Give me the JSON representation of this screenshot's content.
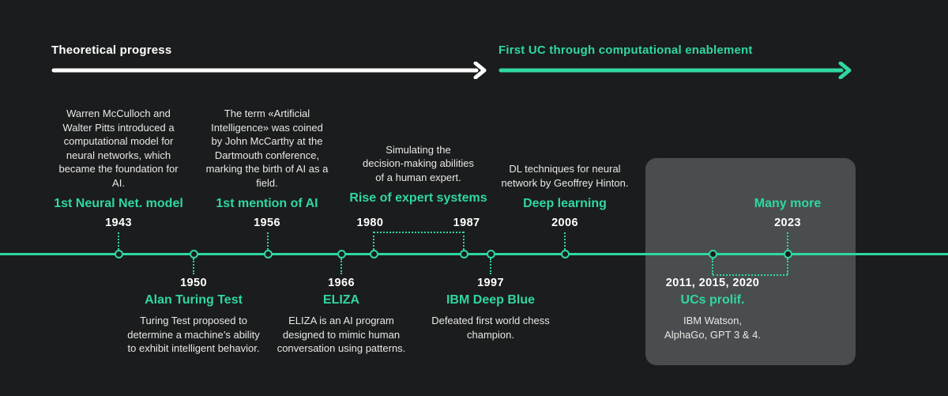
{
  "colors": {
    "background": "#1b1c1d",
    "accent_teal": "#2fd7a3",
    "highlight_box": "#4a4d4f"
  },
  "eras": [
    {
      "label": "Theoretical progress"
    },
    {
      "label": "First UC through computational enablement"
    }
  ],
  "events_above": [
    {
      "year": "1943",
      "title": "1st Neural Net. model",
      "description": "Warren McCulloch and\nWalter Pitts introduced a\ncomputational model for\nneural networks, which\nbecame the foundation for\nAI."
    },
    {
      "year": "1956",
      "title": "1st mention of AI",
      "description": "The term «Artificial\nIntelligence» was coined\nby John McCarthy at the\nDartmouth conference,\nmarking the birth of AI as a\nfield."
    },
    {
      "year_start": "1980",
      "year_end": "1987",
      "title": "Rise of expert systems",
      "description": "Simulating the\ndecision-making abilities\nof a human expert."
    },
    {
      "year": "2006",
      "title": "Deep learning",
      "description": "DL techniques for neural\nnetwork by Geoffrey Hinton."
    },
    {
      "year": "2023",
      "title": "Many more"
    }
  ],
  "events_below": [
    {
      "year": "1950",
      "title": "Alan Turing Test",
      "description": "Turing Test proposed to\ndetermine a machine’s ability\nto exhibit intelligent behavior."
    },
    {
      "year": "1966",
      "title": "ELIZA",
      "description": "ELIZA is an AI program\ndesigned to mimic human\nconversation using patterns."
    },
    {
      "year": "1997",
      "title": "IBM Deep Blue",
      "description": "Defeated first world chess\nchampion."
    },
    {
      "years": "2011, 2015, 2020",
      "title": "UCs prolif.",
      "description": "IBM Watson,\nAlphaGo, GPT 3 & 4."
    }
  ]
}
